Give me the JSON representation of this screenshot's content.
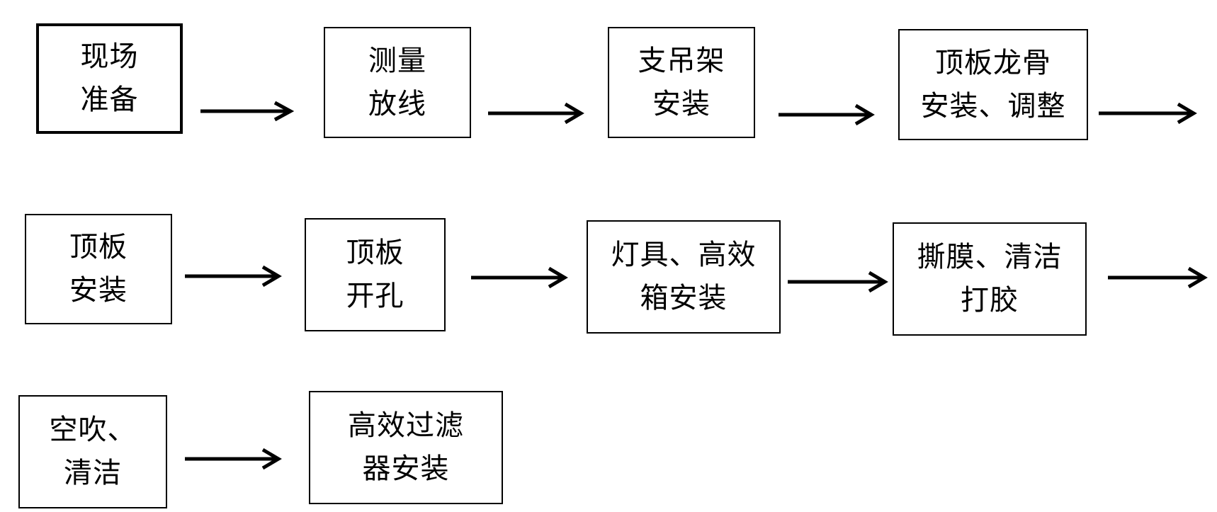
{
  "steps": [
    {
      "lines": [
        "现场",
        "准备"
      ]
    },
    {
      "lines": [
        "测量",
        "放线"
      ]
    },
    {
      "lines": [
        "支吊架",
        "安装"
      ]
    },
    {
      "lines": [
        "顶板龙骨",
        "安装、调整"
      ]
    },
    {
      "lines": [
        "顶板",
        "安装"
      ]
    },
    {
      "lines": [
        "顶板",
        "开孔"
      ]
    },
    {
      "lines": [
        "灯具、高效",
        "箱安装"
      ]
    },
    {
      "lines": [
        "撕膜、清洁",
        "打胶"
      ]
    },
    {
      "lines": [
        "空吹、",
        "清洁"
      ]
    },
    {
      "lines": [
        "高效过滤",
        "器安装"
      ]
    }
  ]
}
